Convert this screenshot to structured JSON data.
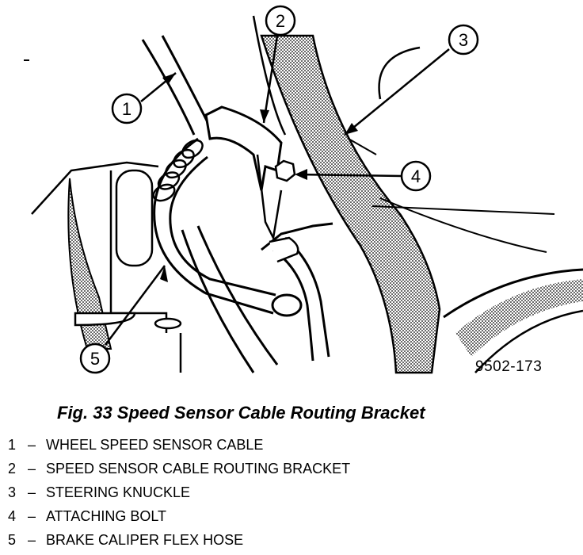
{
  "figure": {
    "id_code": "9502-173",
    "caption": "Fig. 33 Speed Sensor Cable Routing Bracket",
    "callouts": [
      "1",
      "2",
      "3",
      "4",
      "5"
    ]
  },
  "legend": [
    {
      "num": "1",
      "dash": "–",
      "text": "WHEEL SPEED SENSOR CABLE"
    },
    {
      "num": "2",
      "dash": "–",
      "text": "SPEED SENSOR CABLE ROUTING BRACKET"
    },
    {
      "num": "3",
      "dash": "–",
      "text": "STEERING KNUCKLE"
    },
    {
      "num": "4",
      "dash": "–",
      "text": "ATTACHING BOLT"
    },
    {
      "num": "5",
      "dash": "–",
      "text": "BRAKE CALIPER FLEX HOSE"
    }
  ]
}
